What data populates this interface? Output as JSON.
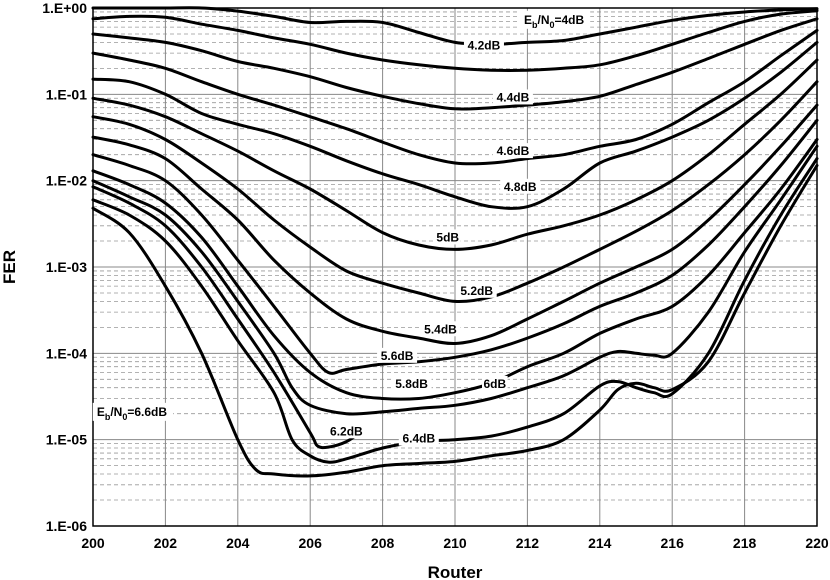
{
  "chart_data": {
    "type": "line",
    "xlabel": "Router",
    "ylabel": "FER",
    "xlim": [
      200,
      220
    ],
    "ylim": [
      1e-06,
      1
    ],
    "yscale": "log",
    "grid": true,
    "legend": "none",
    "x_ticks": [
      "200",
      "202",
      "204",
      "206",
      "208",
      "210",
      "212",
      "214",
      "216",
      "218",
      "220"
    ],
    "y_ticks": [
      "1.E-06",
      "1.E-05",
      "1.E-04",
      "1.E-03",
      "1.E-02",
      "1.E-01",
      "1.E+00"
    ],
    "series": [
      {
        "annotation": {
          "text": "4dB",
          "sub": "b",
          "sub2": "0",
          "prefix": "E",
          "mid": "/N",
          "suffix": "=4dB"
        },
        "x": [
          200,
          201,
          202,
          203,
          204,
          205,
          206,
          207,
          208,
          209,
          210,
          211,
          212,
          213,
          214,
          215,
          216,
          217,
          218,
          219,
          220
        ],
        "y": [
          1.0,
          1.0,
          1.0,
          1.0,
          0.92,
          0.8,
          0.68,
          0.7,
          0.68,
          0.52,
          0.4,
          0.38,
          0.4,
          0.42,
          0.5,
          0.6,
          0.72,
          0.82,
          0.9,
          0.95,
          0.98
        ]
      },
      {
        "label": "4.2dB",
        "x": [
          200,
          201,
          202,
          203,
          204,
          205,
          206,
          207,
          208,
          209,
          210,
          211,
          212,
          213,
          214,
          215,
          216,
          217,
          218,
          219,
          220
        ],
        "y": [
          0.75,
          0.8,
          0.78,
          0.65,
          0.55,
          0.45,
          0.38,
          0.3,
          0.25,
          0.22,
          0.2,
          0.19,
          0.19,
          0.2,
          0.22,
          0.28,
          0.38,
          0.52,
          0.7,
          0.85,
          0.93
        ]
      },
      {
        "label": "4.4dB",
        "x": [
          200,
          201,
          202,
          203,
          204,
          205,
          206,
          207,
          208,
          209,
          210,
          211,
          212,
          213,
          214,
          215,
          216,
          217,
          218,
          219,
          220
        ],
        "y": [
          0.5,
          0.45,
          0.4,
          0.32,
          0.24,
          0.2,
          0.16,
          0.12,
          0.095,
          0.078,
          0.068,
          0.07,
          0.075,
          0.082,
          0.095,
          0.13,
          0.18,
          0.26,
          0.38,
          0.55,
          0.75
        ]
      },
      {
        "label": "4.6dB",
        "x": [
          200,
          201,
          202,
          203,
          204,
          205,
          206,
          207,
          208,
          209,
          210,
          211,
          212,
          213,
          214,
          215,
          216,
          217,
          218,
          219,
          220
        ],
        "y": [
          0.3,
          0.25,
          0.2,
          0.14,
          0.1,
          0.075,
          0.055,
          0.04,
          0.028,
          0.02,
          0.016,
          0.016,
          0.018,
          0.02,
          0.025,
          0.03,
          0.045,
          0.08,
          0.14,
          0.28,
          0.55
        ]
      },
      {
        "label": "4.8dB",
        "x": [
          200,
          201,
          202,
          203,
          204,
          205,
          206,
          207,
          208,
          209,
          210,
          211,
          212,
          213,
          214,
          215,
          216,
          217,
          218,
          219,
          220
        ],
        "y": [
          0.15,
          0.14,
          0.1,
          0.06,
          0.045,
          0.035,
          0.025,
          0.017,
          0.012,
          0.009,
          0.0065,
          0.005,
          0.005,
          0.008,
          0.016,
          0.022,
          0.032,
          0.05,
          0.09,
          0.18,
          0.4
        ]
      },
      {
        "label": "5dB",
        "x": [
          200,
          201,
          202,
          203,
          204,
          205,
          206,
          207,
          208,
          209,
          210,
          211,
          212,
          213,
          214,
          215,
          216,
          217,
          218,
          219,
          220
        ],
        "y": [
          0.09,
          0.075,
          0.055,
          0.035,
          0.022,
          0.013,
          0.008,
          0.0045,
          0.0025,
          0.0018,
          0.0016,
          0.0018,
          0.0024,
          0.003,
          0.004,
          0.006,
          0.01,
          0.02,
          0.045,
          0.1,
          0.25
        ]
      },
      {
        "label": "5.2dB",
        "x": [
          200,
          201,
          202,
          203,
          204,
          205,
          206,
          207,
          208,
          209,
          210,
          211,
          212,
          213,
          214,
          215,
          216,
          217,
          218,
          219,
          220
        ],
        "y": [
          0.055,
          0.045,
          0.03,
          0.016,
          0.008,
          0.0035,
          0.0017,
          0.0009,
          0.00065,
          0.0005,
          0.0004,
          0.00045,
          0.00065,
          0.001,
          0.0016,
          0.0026,
          0.0045,
          0.009,
          0.02,
          0.05,
          0.14
        ]
      },
      {
        "label": "5.4dB",
        "x": [
          200,
          201,
          202,
          203,
          204,
          205,
          206,
          207,
          208,
          209,
          210,
          211,
          212,
          213,
          214,
          215,
          216,
          217,
          218,
          219,
          220
        ],
        "y": [
          0.032,
          0.026,
          0.018,
          0.008,
          0.0035,
          0.0012,
          0.0005,
          0.00025,
          0.00018,
          0.00015,
          0.00013,
          0.00016,
          0.00025,
          0.0004,
          0.00065,
          0.001,
          0.0016,
          0.0035,
          0.009,
          0.025,
          0.075
        ]
      },
      {
        "label": "5.6dB",
        "x": [
          200,
          201,
          202,
          203,
          204,
          205,
          206,
          206.5,
          207,
          208,
          209,
          210,
          211,
          212,
          213,
          214,
          215,
          216,
          217,
          218,
          219,
          220
        ],
        "y": [
          0.02,
          0.015,
          0.01,
          0.004,
          0.0012,
          0.00035,
          0.0001,
          6e-05,
          6.5e-05,
          7.5e-05,
          8e-05,
          9e-05,
          0.00011,
          0.00015,
          0.00022,
          0.00035,
          0.0005,
          0.0008,
          0.0018,
          0.005,
          0.015,
          0.05
        ]
      },
      {
        "label": "5.8dB",
        "x": [
          200,
          201,
          202,
          203,
          204,
          205,
          206,
          207,
          208,
          209,
          210,
          211,
          212,
          213,
          214,
          215,
          216,
          217,
          218,
          219,
          220
        ],
        "y": [
          0.013,
          0.009,
          0.0055,
          0.0022,
          0.0006,
          0.00016,
          6e-05,
          3.5e-05,
          3e-05,
          3e-05,
          3.5e-05,
          4.5e-05,
          7e-05,
          0.0001,
          0.00017,
          0.00025,
          0.00035,
          0.0008,
          0.0025,
          0.008,
          0.03
        ]
      },
      {
        "label": "6dB",
        "x": [
          200,
          201,
          202,
          203,
          204,
          205,
          205.5,
          206,
          207,
          208,
          209,
          210,
          211,
          212,
          213,
          214,
          214.5,
          215,
          215.5,
          216,
          217,
          218,
          219,
          220
        ],
        "y": [
          0.01,
          0.0065,
          0.004,
          0.0015,
          0.0004,
          0.0001,
          4e-05,
          2.5e-05,
          2e-05,
          2.1e-05,
          2.3e-05,
          2.5e-05,
          3e-05,
          4e-05,
          5.5e-05,
          9e-05,
          0.000105,
          0.0001,
          9.5e-05,
          0.0001,
          0.0003,
          0.0015,
          0.006,
          0.025
        ]
      },
      {
        "label": "6.2dB",
        "x": [
          200,
          201,
          202,
          203,
          204,
          205,
          206,
          206.2,
          206.5,
          207,
          207.5
        ],
        "y": [
          0.0085,
          0.0055,
          0.003,
          0.001,
          0.00025,
          6e-05,
          1.2e-05,
          8.5e-06,
          8.2e-06,
          9.5e-06,
          1.3e-05
        ]
      },
      {
        "label": "6.4dB",
        "x": [
          200,
          201,
          202,
          203,
          204,
          205,
          205.5,
          206,
          206.5,
          207,
          208,
          209,
          210,
          211,
          212,
          213,
          214,
          214.5,
          215,
          215.5,
          216,
          217,
          218,
          219,
          220
        ],
        "y": [
          0.006,
          0.004,
          0.002,
          0.0006,
          0.00014,
          3.5e-05,
          1e-05,
          6.5e-06,
          5.5e-06,
          6e-06,
          8e-06,
          9.5e-06,
          1e-05,
          1.1e-05,
          1.4e-05,
          2e-05,
          4.2e-05,
          4.7e-05,
          4e-05,
          3.5e-05,
          3.4e-05,
          0.0001,
          0.0007,
          0.004,
          0.018
        ]
      },
      {
        "annotation": {
          "text": "6.6dB",
          "sub": "b",
          "sub2": "0",
          "prefix": "E",
          "mid": "/N",
          "suffix": "=6.6dB"
        },
        "x": [
          200,
          201,
          202,
          203,
          204,
          204.5,
          205,
          206,
          207,
          208,
          209,
          210,
          211,
          212,
          213,
          214,
          214.5,
          215,
          215.5,
          216,
          217,
          218,
          219,
          220
        ],
        "y": [
          0.0048,
          0.0025,
          0.0006,
          0.0001,
          1e-05,
          4.5e-06,
          4e-06,
          3.8e-06,
          4.2e-06,
          5e-06,
          5.3e-06,
          5.6e-06,
          6.5e-06,
          7.5e-06,
          1e-05,
          2.2e-05,
          3.8e-05,
          4.5e-05,
          4e-05,
          3.8e-05,
          8e-05,
          0.0005,
          0.003,
          0.015
        ]
      }
    ],
    "labels": [
      {
        "text": "4.2dB",
        "x": 210.8,
        "y": 0.37
      },
      {
        "text": "4.4dB",
        "x": 211.6,
        "y": 0.092
      },
      {
        "text": "4.6dB",
        "x": 211.6,
        "y": 0.022
      },
      {
        "text": "4.8dB",
        "x": 211.8,
        "y": 0.0085
      },
      {
        "text": "5dB",
        "x": 209.8,
        "y": 0.0022
      },
      {
        "text": "5.2dB",
        "x": 210.6,
        "y": 0.00053
      },
      {
        "text": "5.4dB",
        "x": 209.6,
        "y": 0.00019
      },
      {
        "text": "5.6dB",
        "x": 208.4,
        "y": 9.35e-05
      },
      {
        "text": "5.8dB",
        "x": 208.8,
        "y": 4.42e-05
      },
      {
        "text": "6dB",
        "x": 211.1,
        "y": 4.42e-05
      },
      {
        "text": "6.2dB",
        "x": 207.0,
        "y": 1.25e-05
      },
      {
        "text": "6.4dB",
        "x": 209.0,
        "y": 1.03e-05
      }
    ],
    "ann_top": {
      "prefix": "E",
      "sub": "b",
      "mid": "/N",
      "sub2": "0",
      "suffix": "=4dB",
      "x": 212.9,
      "y": 0.73
    },
    "ann_bottom": {
      "prefix": "E",
      "sub": "b",
      "mid": "/N",
      "sub2": "0",
      "suffix": "=6.6dB",
      "x": 201.1,
      "y": 2.1e-05
    }
  }
}
